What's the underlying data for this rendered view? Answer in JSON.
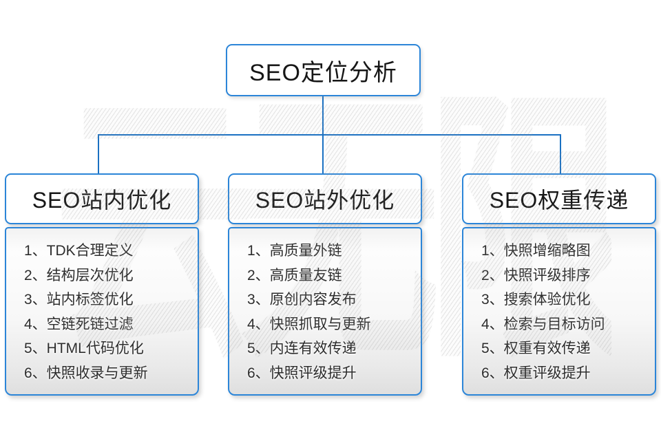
{
  "diagram": {
    "watermark": "云无限",
    "root": {
      "title": "SEO定位分析"
    },
    "branches": [
      {
        "title": "SEO站内优化",
        "items": [
          "1、TDK合理定义",
          "2、结构层次优化",
          "3、站内标签优化",
          "4、空链死链过滤",
          "5、HTML代码优化",
          "6、快照收录与更新"
        ]
      },
      {
        "title": "SEO站外优化",
        "items": [
          "1、高质量外链",
          "2、高质量友链",
          "3、原创内容发布",
          "4、快照抓取与更新",
          "5、内连有效传递",
          "6、快照评级提升"
        ]
      },
      {
        "title": "SEO权重传递",
        "items": [
          "1、快照增缩略图",
          "2、快照评级排序",
          "3、搜索体验优化",
          "4、检索与目标访问",
          "5、权重有效传递",
          "6、权重评级提升"
        ]
      }
    ],
    "colors": {
      "box_border": "#2b85d8",
      "connector_line": "#1a70c2",
      "heading_text": "#161616",
      "item_text": "#2d2d2d",
      "watermark_gray": "#ececec"
    }
  }
}
